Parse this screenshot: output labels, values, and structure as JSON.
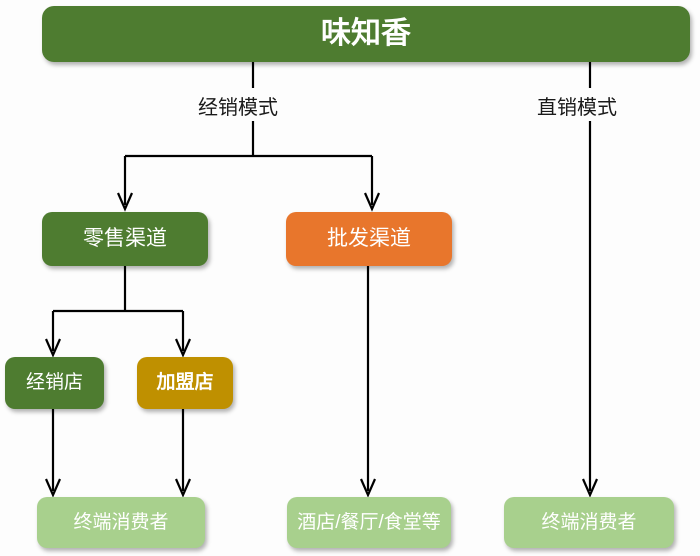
{
  "diagram": {
    "title_node": "味知香",
    "nodes": {
      "retail_channel": "零售渠道",
      "wholesale_channel": "批发渠道",
      "dealer_store": "经销店",
      "franchise_store": "加盟店",
      "end_consumer_left": "终端消费者",
      "horeca": "酒店/餐厅/食堂等",
      "end_consumer_right": "终端消费者"
    },
    "edge_labels": {
      "distribution_model": "经销模式",
      "direct_sales_model": "直销模式"
    },
    "colors": {
      "dark_green": "#4E7C30",
      "orange": "#E8762C",
      "goldenrod": "#BF9000",
      "light_green": "#A8D08D",
      "connector": "#000000",
      "background": "#FDFDFD",
      "node_text": "#FFFFFF",
      "label_text": "#1A1A1A"
    }
  }
}
